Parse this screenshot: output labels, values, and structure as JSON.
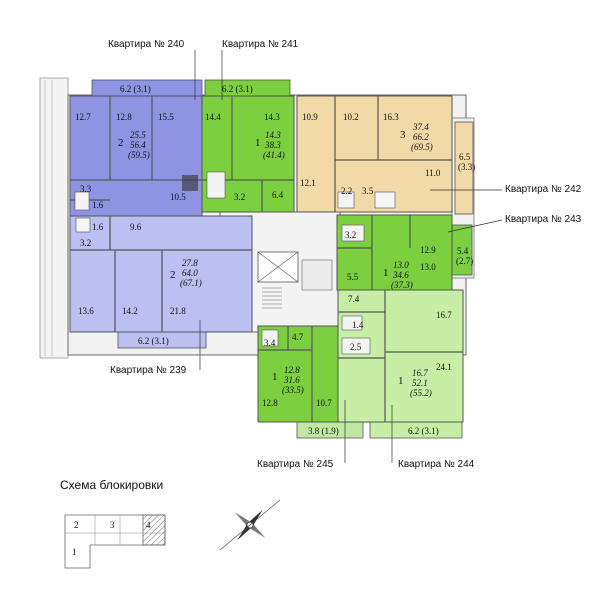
{
  "colors": {
    "blue_dark": "#8e93e4",
    "blue_light": "#bcbff1",
    "green_dark": "#7ccf3e",
    "green_light": "#c6efa5",
    "tan": "#f2d9a8",
    "balcony_blue": "#c8cbf3",
    "balcony_green": "#bfe9a0",
    "balcony_tan": "#f6e5c3"
  },
  "apartments": [
    {
      "id": "240",
      "label": "Квартира № 240",
      "rooms": "2",
      "living": "25.5",
      "total": "56.4",
      "total_b": "(59.5)",
      "room_areas": [
        "12.7",
        "12.8",
        "15.5",
        "10.5"
      ],
      "wc": "3.3",
      "bath": "1.6",
      "balcony": "6.2 (3.1)"
    },
    {
      "id": "241",
      "label": "Квартира № 241",
      "rooms": "1",
      "living": "14.3",
      "total": "38.3",
      "total_b": "(41.4)",
      "room_areas": [
        "14.4",
        "14.3",
        "6.4"
      ],
      "wc": "3.2",
      "balcony": "6.2 (3.1)"
    },
    {
      "id": "242",
      "label": "Квартира № 242",
      "rooms": "3",
      "living": "37.4",
      "total": "66.2",
      "total_b": "(69.5)",
      "room_areas": [
        "10.9",
        "10.2",
        "16.3",
        "12.1",
        "11.0"
      ],
      "wc": "2.2",
      "bath": "3.5",
      "balcony": "6.5",
      "balcony_b": "(3.3)"
    },
    {
      "id": "243",
      "label": "Квартира № 243",
      "rooms": "1",
      "living": "13.0",
      "total": "34.6",
      "total_b": "(37.3)",
      "room_areas": [
        "12.9",
        "13.0",
        "5.5"
      ],
      "wc": "3.2",
      "balcony": "5.4",
      "balcony_b": "(2.7)"
    },
    {
      "id": "239",
      "label": "Квартира № 239",
      "rooms": "2",
      "living": "27.8",
      "total": "64.0",
      "total_b": "(67.1)",
      "room_areas": [
        "9.6",
        "13.6",
        "14.2",
        "21.8"
      ],
      "wc": "3.2",
      "bath": "1.6",
      "balcony": "6.2 (3.1)"
    },
    {
      "id": "245",
      "label": "Квартира № 245",
      "rooms": "1",
      "living": "12.8",
      "total": "31.6",
      "total_b": "(33.5)",
      "room_areas": [
        "4.7",
        "12.8",
        "10.7"
      ],
      "wc": "3.4",
      "balcony": "3.8 (1.9)"
    },
    {
      "id": "244",
      "label": "Квартира № 244",
      "rooms": "1",
      "living": "16.7",
      "total": "52.1",
      "total_b": "(55.2)",
      "room_areas": [
        "16.7",
        "24.1",
        "7.4"
      ],
      "wc": "1.4",
      "bath": "2.5",
      "balcony": "6.2 (3.1)"
    }
  ],
  "legend_title": "Схема блокировки",
  "key_plan": {
    "cells": [
      "2",
      "3",
      "4",
      "1"
    ]
  }
}
